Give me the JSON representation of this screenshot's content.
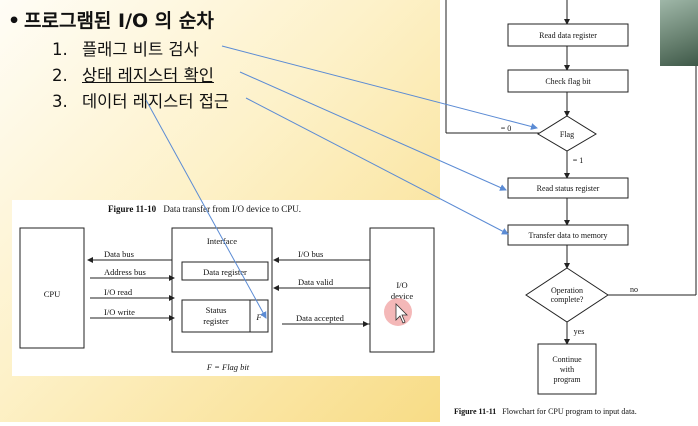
{
  "slide": {
    "title": "프로그램된 I/O 의 순차",
    "bullet": "•",
    "items": [
      {
        "num": "1.",
        "text": "플래그 비트 검사"
      },
      {
        "num": "2.",
        "text": "상태 레지스터 확인"
      },
      {
        "num": "3.",
        "text": "데이터 레지스터 접근"
      }
    ]
  },
  "figure_10": {
    "caption_label": "Figure 11-10",
    "caption_text": "Data transfer from I/O device to CPU.",
    "cpu": "CPU",
    "interface_title": "Interface",
    "data_register": "Data register",
    "status_register_line1": "Status",
    "status_register_line2": "register",
    "flag": "F",
    "io_device_line1": "I/O",
    "io_device_line2": "device",
    "left_signals": [
      "Data bus",
      "Address bus",
      "I/O read",
      "I/O write"
    ],
    "right_signals": [
      "I/O bus",
      "Data valid",
      "Data accepted"
    ],
    "legend": "F = Flag bit"
  },
  "figure_11": {
    "read_data": "Read data register",
    "check_flag": "Check flag bit",
    "flag": "Flag",
    "eq0": "= 0",
    "eq1": "= 1",
    "read_status": "Read status register",
    "transfer": "Transfer data to memory",
    "op_line1": "Operation",
    "op_line2": "complete?",
    "no": "no",
    "yes": "yes",
    "cont_line1": "Continue",
    "cont_line2": "with",
    "cont_line3": "program",
    "caption_label": "Figure 11-11",
    "caption_text": "Flowchart for CPU program to input data."
  },
  "colors": {
    "annotation_arrow": "#5b8bd4",
    "cursor_highlight": "#f0a0a0",
    "slide_gradient_end": "#f8dc86"
  }
}
